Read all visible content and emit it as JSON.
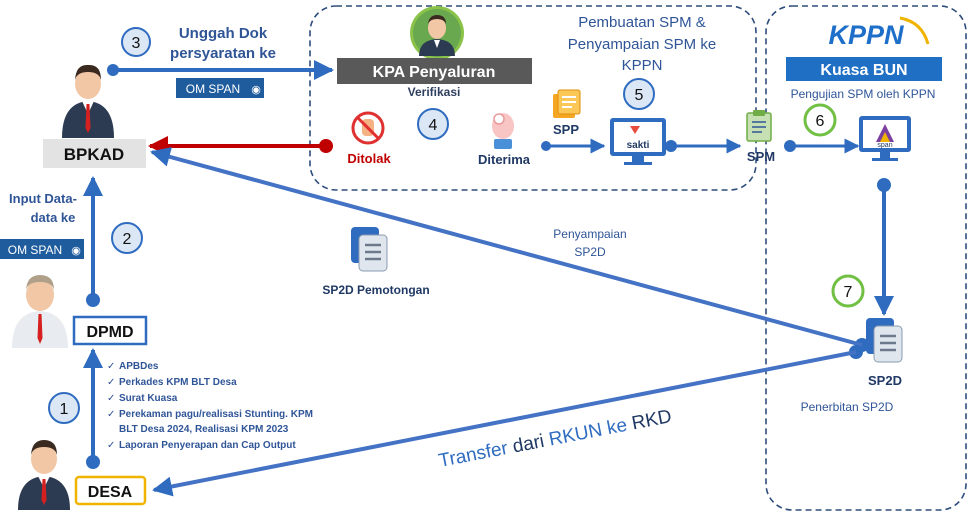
{
  "actors": {
    "bpkad": "BPKAD",
    "dpmd": "DPMD",
    "desa": "DESA",
    "kpa": "KPA Penyaluran",
    "kuasa_bun": "Kuasa BUN",
    "kppn_logo": "KPPN"
  },
  "steps": {
    "s1": "1",
    "s2": "2",
    "s3": "3",
    "s4": "4",
    "s5": "5",
    "s6": "6",
    "s7": "7"
  },
  "labels": {
    "unggah_line1": "Unggah Dok",
    "unggah_line2": "persyaratan ke",
    "om_span": "OM SPAN",
    "verifikasi": "Verifikasi",
    "ditolak": "Ditolak",
    "diterima": "Diterima",
    "spp": "SPP",
    "spm": "SPM",
    "sp2d": "SP2D",
    "sakti": "sakti",
    "span": "span",
    "pembuatan_line1": "Pembuatan SPM &",
    "pembuatan_line2": "Penyampaian SPM ke",
    "pembuatan_line3": "KPPN",
    "pengujian": "Pengujian SPM oleh KPPN",
    "input_line1": "Input Data-",
    "input_line2": "data ke",
    "penyampaian_line1": "Penyampaian",
    "penyampaian_line2": "SP2D",
    "sp2d_pemotongan": "SP2D Pemotongan",
    "penerbitan": "Penerbitan SP2D",
    "transfer_a": "Transfer ",
    "transfer_b": "dari",
    "transfer_c": " RKUN ke ",
    "transfer_d": "RKD"
  },
  "checklist": [
    "APBDes",
    "Perkades KPM BLT Desa",
    "Surat Kuasa",
    "Perekaman pagu/realisasi Stunting. KPM",
    "BLT Desa 2024, Realisasi KPM 2023",
    "Laporan Penyerapan dan Cap Output"
  ],
  "colors": {
    "arrow_blue": "#2f6cc0",
    "reject_red": "#c00000",
    "dark_bar": "#595959",
    "kuasa_blue": "#1f6fc5",
    "step_blue_fill": "#dbe7f5",
    "step_green_ring": "#71c043",
    "desa_border": "#f0b400",
    "om_span_bg": "#1f5c9e"
  }
}
